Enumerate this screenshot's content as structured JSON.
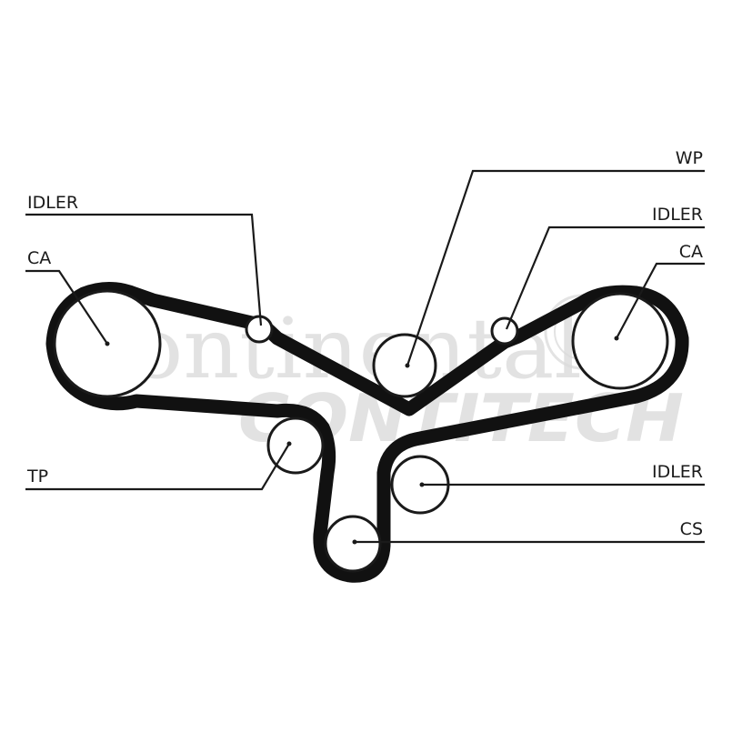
{
  "watermark": {
    "brand": "Continental",
    "sub_brand": "CONTITECH"
  },
  "labels": {
    "idler_top_left": "IDLER",
    "ca_left": "CA",
    "tp": "TP",
    "wp": "WP",
    "idler_top_right": "IDLER",
    "ca_right": "CA",
    "idler_lower_right": "IDLER",
    "cs": "CS"
  },
  "colors": {
    "belt": "#111111",
    "watermark": "#d9d9d9",
    "background": "#ffffff"
  }
}
